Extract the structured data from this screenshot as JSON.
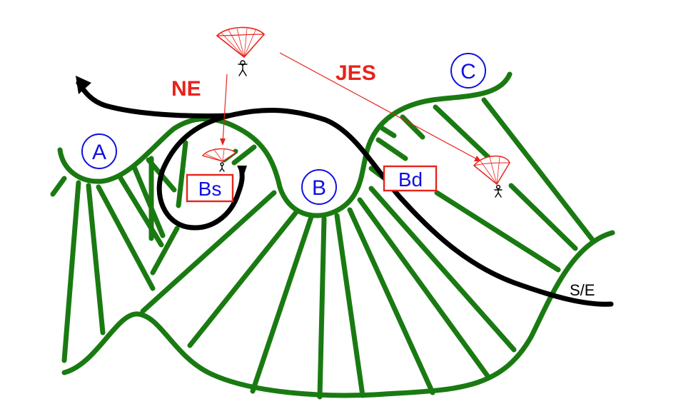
{
  "labels": {
    "ne": "NE",
    "jes": "JES",
    "zone_a": "A",
    "zone_b": "B",
    "zone_c": "C",
    "box_bs": "Bs",
    "box_bd": "Bd",
    "wind": "S/E"
  },
  "colors": {
    "terrain": "#1a7a12",
    "annotation": "#e8231b",
    "zone": "#1010e0",
    "airflow": "#000000"
  },
  "icons": [
    "paraglider-icon",
    "paraglider-icon",
    "paraglider-icon",
    "arrow-icon"
  ]
}
